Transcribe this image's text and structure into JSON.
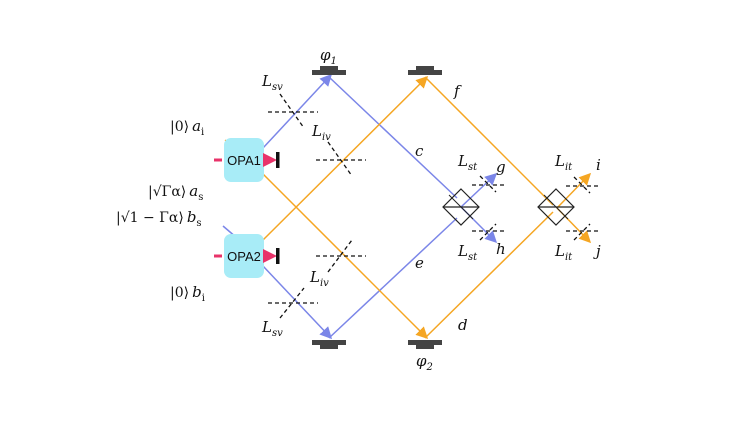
{
  "labels": {
    "phi1": "φ",
    "phi1_sub": "1",
    "phi2": "φ",
    "phi2_sub": "2",
    "opa1": "OPA1",
    "opa2": "OPA2",
    "c": "c",
    "d": "d",
    "e": "e",
    "f": "f",
    "g": "g",
    "h": "h",
    "i": "i",
    "j": "j",
    "L": "L",
    "sv": "sv",
    "iv": "iv",
    "st": "st",
    "it": "it",
    "ket_ai_prefix": "|0⟩",
    "ai": "a",
    "ai_sub": "i",
    "ket_as_prefix": "|√Γα⟩",
    "as": "a",
    "as_sub": "s",
    "ket_bs_prefix": "|√1 − Γα⟩",
    "bs": "b",
    "bs_sub": "s",
    "ket_bi_prefix": "|0⟩",
    "bi": "b",
    "bi_sub": "i"
  },
  "colors": {
    "blue": "#7b86e8",
    "orange": "#f5a623",
    "opa_fill": "#a8ecf7",
    "mirror": "#444444",
    "pump": "#e8336a"
  }
}
